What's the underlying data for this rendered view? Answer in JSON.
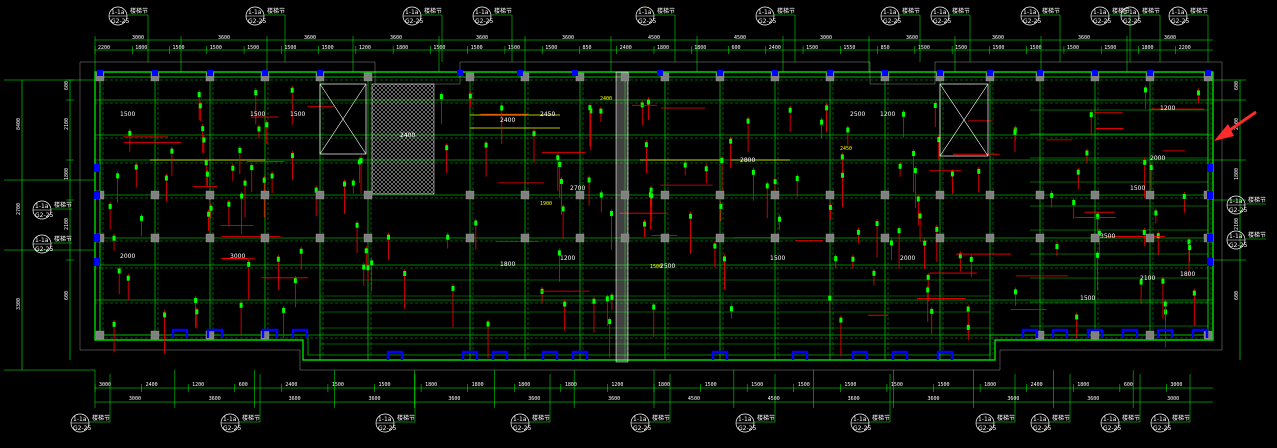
{
  "drawing": {
    "colors": {
      "background": "#000000",
      "wall": "#00ff00",
      "dimension": "#00ff00",
      "beam": "#ff0000",
      "column": "#808080",
      "text": "#ffffff",
      "highlight": "#ffff00",
      "opening": "#0000ff",
      "stair": "#ffffff",
      "arrow": "#ff2a2a"
    },
    "section_callouts": {
      "top": [
        {
          "index": "1-1a",
          "ref": "G2-25",
          "desc": "楼梯节"
        },
        {
          "index": "1-1a",
          "ref": "G2-25",
          "desc": "楼梯节"
        },
        {
          "index": "1-1a",
          "ref": "G2-25",
          "desc": "楼梯节"
        },
        {
          "index": "1-1a",
          "ref": "G2-25",
          "desc": "楼梯节"
        },
        {
          "index": "1-1a",
          "ref": "G2-25",
          "desc": "楼梯节"
        },
        {
          "index": "1-1a",
          "ref": "G2-25",
          "desc": "楼梯节"
        },
        {
          "index": "1-1a",
          "ref": "G2-25",
          "desc": "楼梯节"
        },
        {
          "index": "1-1a",
          "ref": "G2-25",
          "desc": "楼梯节"
        },
        {
          "index": "1-1a",
          "ref": "G2-25",
          "desc": "楼梯节"
        },
        {
          "index": "1-1a",
          "ref": "G2-25",
          "desc": "楼梯节"
        },
        {
          "index": "1-1a",
          "ref": "G2-25",
          "desc": "楼梯节"
        },
        {
          "index": "1-1a",
          "ref": "G2-25",
          "desc": "楼梯节"
        }
      ],
      "bottom": [
        {
          "index": "1-1a",
          "ref": "G2-25",
          "desc": "楼梯节"
        },
        {
          "index": "1-1a",
          "ref": "G2-25",
          "desc": "楼梯节"
        },
        {
          "index": "1-1a",
          "ref": "G2-25",
          "desc": "楼梯节"
        },
        {
          "index": "1-1a",
          "ref": "G2-25",
          "desc": "楼梯节"
        },
        {
          "index": "1-1a",
          "ref": "G2-25",
          "desc": "楼梯节"
        },
        {
          "index": "1-1a",
          "ref": "G2-25",
          "desc": "楼梯节"
        },
        {
          "index": "1-1a",
          "ref": "G2-25",
          "desc": "楼梯节"
        },
        {
          "index": "1-1a",
          "ref": "G2-25",
          "desc": "楼梯节"
        },
        {
          "index": "1-1a",
          "ref": "G2-25",
          "desc": "楼梯节"
        },
        {
          "index": "1-1a",
          "ref": "G2-25",
          "desc": "楼梯节"
        },
        {
          "index": "1-1a",
          "ref": "G2-25",
          "desc": "楼梯节"
        }
      ],
      "left": [
        {
          "index": "1-1a",
          "ref": "G2-25",
          "desc": "楼梯节"
        },
        {
          "index": "1-1a",
          "ref": "G2-25",
          "desc": "楼梯节"
        }
      ],
      "right": [
        {
          "index": "1-1a",
          "ref": "G2-25",
          "desc": "楼梯节"
        },
        {
          "index": "1-1a",
          "ref": "G2-25",
          "desc": "楼梯节"
        }
      ]
    },
    "dimensions": {
      "top_chain": [
        "2200",
        "1800",
        "1500",
        "1500",
        "1500",
        "1500",
        "1500",
        "1200",
        "1800",
        "1500",
        "1500",
        "1500",
        "1500",
        "850",
        "2400",
        "1800",
        "1800",
        "600",
        "2400",
        "1500",
        "1550",
        "850",
        "1500",
        "1500",
        "1500",
        "1500",
        "1500",
        "1500",
        "1800",
        "2200"
      ],
      "top_overall": [
        "3000",
        "3600",
        "3600",
        "3600",
        "3600",
        "3600",
        "4500",
        "4500",
        "3000",
        "3600",
        "3600",
        "3600",
        "3600"
      ],
      "bottom_chain": [
        "3000",
        "2400",
        "1200",
        "600",
        "2400",
        "1500",
        "1500",
        "1800",
        "1800",
        "1800",
        "1800",
        "1200",
        "1800",
        "1500",
        "1500",
        "1500",
        "1500",
        "1500",
        "1500",
        "1800",
        "2400",
        "1800",
        "600",
        "3000"
      ],
      "bottom_overall": [
        "3000",
        "3600",
        "3600",
        "3600",
        "3600",
        "3600",
        "3600",
        "4500",
        "4500",
        "3600",
        "3600",
        "3600",
        "3600",
        "3000"
      ],
      "left_chain": [
        "600",
        "2100",
        "1800",
        "2100",
        "600"
      ],
      "left_overall": [
        "8400",
        "2700",
        "3300"
      ],
      "right_chain": [
        "600",
        "2100",
        "1800",
        "2100",
        "600"
      ]
    },
    "room_labels": [
      "1500",
      "1500",
      "1500",
      "2400",
      "2400",
      "2450",
      "2700",
      "2800",
      "2500",
      "1200",
      "1500",
      "2000",
      "3000",
      "1800",
      "1200",
      "2500",
      "1500",
      "2000",
      "1500",
      "3500",
      "2100",
      "1800",
      "2000",
      "1200"
    ],
    "notes": [
      "1500",
      "2400",
      "1900",
      "2450"
    ]
  }
}
